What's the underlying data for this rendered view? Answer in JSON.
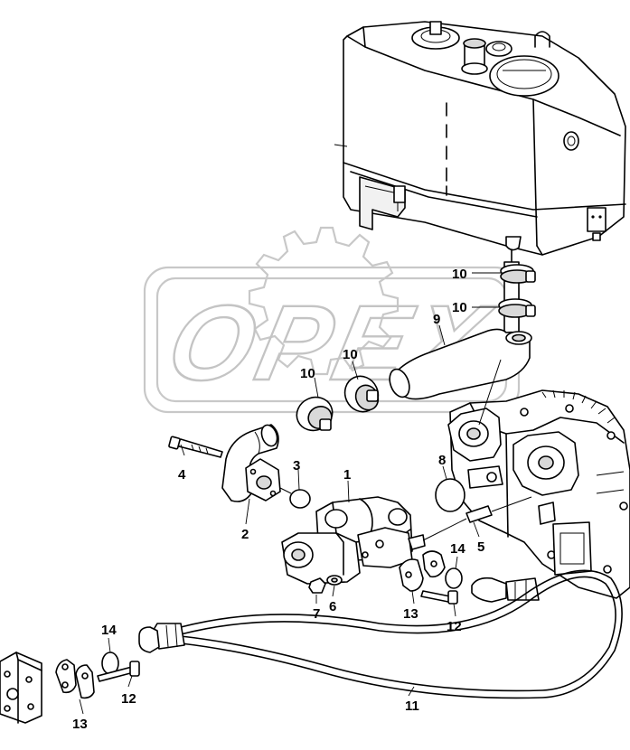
{
  "watermark": {
    "text": "OPEX"
  },
  "callouts": {
    "c1": "1",
    "c2": "2",
    "c3": "3",
    "c4": "4",
    "c5": "5",
    "c6": "6",
    "c7": "7",
    "c8": "8",
    "c9": "9",
    "c10a": "10",
    "c10b": "10",
    "c10c": "10",
    "c10d": "10",
    "c11": "11",
    "c12a": "12",
    "c12b": "12",
    "c13a": "13",
    "c13b": "13",
    "c14a": "14",
    "c14b": "14"
  }
}
